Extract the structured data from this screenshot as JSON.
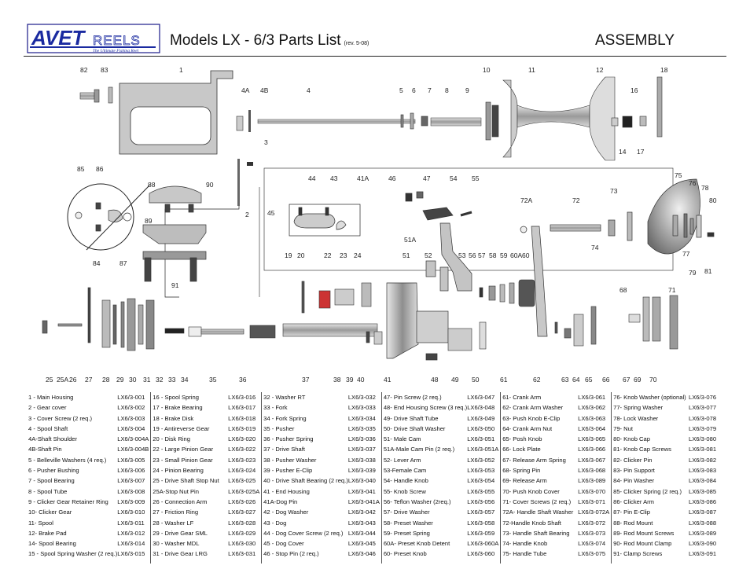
{
  "header": {
    "logo_text": "AVET",
    "logo_word": "REELS",
    "logo_tagline": "The Ultimate Fishing Reel",
    "title": "Models  LX - 6/3 Parts List",
    "revision": "(rev. 5-08)",
    "section": "ASSEMBLY"
  },
  "callouts": [
    "82",
    "83",
    "1",
    "10",
    "11",
    "12",
    "18",
    "4A",
    "4B",
    "4",
    "5",
    "6",
    "7",
    "8",
    "9",
    "16",
    "14",
    "17",
    "3",
    "85",
    "86",
    "88",
    "90",
    "89",
    "2",
    "84",
    "87",
    "91",
    "44",
    "43",
    "41A",
    "46",
    "47",
    "54",
    "55",
    "45",
    "72A",
    "72",
    "73",
    "75",
    "76",
    "78",
    "80",
    "74",
    "77",
    "79",
    "81",
    "19",
    "20",
    "22",
    "23",
    "24",
    "51A",
    "51",
    "52",
    "53",
    "56",
    "57",
    "58",
    "59",
    "60A",
    "60",
    "68",
    "71",
    "25",
    "25A",
    "26",
    "27",
    "28",
    "29",
    "30",
    "31",
    "32",
    "33",
    "34",
    "35",
    "36",
    "37",
    "38",
    "39",
    "40",
    "41",
    "48",
    "49",
    "50",
    "61",
    "62",
    "63",
    "64",
    "65",
    "66",
    "67",
    "69",
    "70"
  ],
  "parts_columns": [
    [
      {
        "name": "1 - Main Housing",
        "code": "LX6/3-001"
      },
      {
        "name": "2  - Gear cover",
        "code": "LX6/3-002"
      },
      {
        "name": "3  - Cover Screw (2 req.)",
        "code": "LX6/3-003"
      },
      {
        "name": "4  - Spool Shaft",
        "code": "LX6/3-004"
      },
      {
        "name": "4A-Shaft Shoulder",
        "code": "LX6/3-004A"
      },
      {
        "name": "4B-Shaft Pin",
        "code": "LX6/3-004B"
      },
      {
        "name": "5  - Belleville Washers (4 req.)",
        "code": "LX6/3-005"
      },
      {
        "name": "6  - Pusher Bushing",
        "code": "LX6/3-006"
      },
      {
        "name": "7  - Spool Bearing",
        "code": "LX6/3-007"
      },
      {
        "name": "8  - Spool Tube",
        "code": "LX6/3-008"
      },
      {
        "name": "9  - Clicker Gear Retainer Ring",
        "code": "LX6/3-009"
      },
      {
        "name": "10- Clicker Gear",
        "code": "LX6/3-010"
      },
      {
        "name": "11- Spool",
        "code": "LX6/3-011"
      },
      {
        "name": "12- Brake Pad",
        "code": "LX6/3-012"
      },
      {
        "name": "14- Spool Bearing",
        "code": "LX6/3-014"
      },
      {
        "name": "15 - Spool Spring Washer (2 req.)",
        "code": "LX6/3-015"
      }
    ],
    [
      {
        "name": "16 - Spool Spring",
        "code": "LX6/3-016"
      },
      {
        "name": "17 - Brake Bearing",
        "code": "LX6/3-017"
      },
      {
        "name": "18 - Brake Disk",
        "code": "LX6/3-018"
      },
      {
        "name": "19 - Antireverse Gear",
        "code": "LX6/3-019"
      },
      {
        "name": "20 - Disk Ring",
        "code": "LX6/3-020"
      },
      {
        "name": "22 - Large Pinion Gear",
        "code": "LX6/3-022"
      },
      {
        "name": "23 - Small Pinion Gear",
        "code": "LX6/3-023"
      },
      {
        "name": "24 - Pinion Bearing",
        "code": "LX6/3-024"
      },
      {
        "name": "25 - Drive Shaft Stop Nut",
        "code": "LX6/3-025"
      },
      {
        "name": "25A-Stop Nut Pin",
        "code": "LX6/3-025A"
      },
      {
        "name": "26 - Connection Arm",
        "code": "LX6/3-026"
      },
      {
        "name": "27 - Friction Ring",
        "code": "LX6/3-027"
      },
      {
        "name": "28 - Washer LF",
        "code": "LX6/3-028"
      },
      {
        "name": "29 - Drive Gear SML",
        "code": "LX6/3-029"
      },
      {
        "name": "30 - Washer MDL",
        "code": "LX6/3-030"
      },
      {
        "name": "31 - Drive Gear LRG",
        "code": "LX6/3-031"
      }
    ],
    [
      {
        "name": "32 - Washer RT",
        "code": "LX6/3-032"
      },
      {
        "name": "33 - Fork",
        "code": "LX6/3-033"
      },
      {
        "name": "34 - Fork Spring",
        "code": "LX6/3-034"
      },
      {
        "name": "35 - Pusher",
        "code": "LX6/3-035"
      },
      {
        "name": "36 - Pusher Spring",
        "code": "LX6/3-036"
      },
      {
        "name": "37 - Drive Shaft",
        "code": "LX6/3-037"
      },
      {
        "name": "38 - Pusher Washer",
        "code": "LX6/3-038"
      },
      {
        "name": "39 - Pusher E-Clip",
        "code": "LX6/3-039"
      },
      {
        "name": "40 - Drive Shaft Bearing (2 req.)",
        "code": "LX6/3-040"
      },
      {
        "name": "41 - End Housing",
        "code": "LX6/3-041"
      },
      {
        "name": "41A-Dog Pin",
        "code": "LX6/3-041A"
      },
      {
        "name": "42 - Dog Washer",
        "code": "LX6/3-042"
      },
      {
        "name": "43 - Dog",
        "code": "LX6/3-043"
      },
      {
        "name": "44 - Dog Cover Screw (2 req.)",
        "code": "LX6/3-044"
      },
      {
        "name": "45 - Dog Cover",
        "code": "LX6/3-045"
      },
      {
        "name": "46 - Stop Pin (2 req.)",
        "code": "LX6/3-046"
      }
    ],
    [
      {
        "name": "47- Pin Screw (2 req.)",
        "code": "LX6/3-047"
      },
      {
        "name": "48- End Housing Screw (3 req.)",
        "code": "LX6/3-048"
      },
      {
        "name": "49- Drive Shaft Tube",
        "code": "LX6/3-049"
      },
      {
        "name": "50- Drive Shaft Washer",
        "code": "LX6/3-050"
      },
      {
        "name": "51- Male Cam",
        "code": "LX6/3-051"
      },
      {
        "name": "51A-Male Cam Pin (2 req.)",
        "code": "LX6/3-051A"
      },
      {
        "name": "52- Lever Arm",
        "code": "LX6/3-052"
      },
      {
        "name": "53-Female Cam",
        "code": "LX6/3-053"
      },
      {
        "name": "54- Handle Knob",
        "code": "LX6/3-054"
      },
      {
        "name": "55- Knob Screw",
        "code": "LX6/3-055"
      },
      {
        "name": "56- Teflon Washer (2req.)",
        "code": "LX6/3-056"
      },
      {
        "name": "57- Drive Washer",
        "code": "LX6/3-057"
      },
      {
        "name": "58- Preset Washer",
        "code": "LX6/3-058"
      },
      {
        "name": "59- Preset Spring",
        "code": "LX6/3-059"
      },
      {
        "name": "60A- Preset Knob Detent",
        "code": "LX6/3-060A"
      },
      {
        "name": "60- Preset Knob",
        "code": "LX6/3-060"
      }
    ],
    [
      {
        "name": "61- Crank Arm",
        "code": "LX6/3-061"
      },
      {
        "name": "62- Crank Arm Washer",
        "code": "LX6/3-062"
      },
      {
        "name": "63- Push Knob E-Clip",
        "code": "LX6/3-063"
      },
      {
        "name": "64- Crank Arm Nut",
        "code": "LX6/3-064"
      },
      {
        "name": "65- Posh Knob",
        "code": "LX6/3-065"
      },
      {
        "name": "66- Lock Plate",
        "code": "LX6/3-066"
      },
      {
        "name": "67- Release Arm Spring",
        "code": "LX6/3-067"
      },
      {
        "name": "68- Spring Pin",
        "code": "LX6/3-068"
      },
      {
        "name": "69- Release Arm",
        "code": "LX6/3-089"
      },
      {
        "name": "70- Push Knob Cover",
        "code": "LX6/3-070"
      },
      {
        "name": "71- Cover Screws (2 req.)",
        "code": "LX6/3-071"
      },
      {
        "name": "72A- Handle Shaft Washer",
        "code": "LX6/3-072A"
      },
      {
        "name": "72-Handle Knob Shaft",
        "code": "LX6/3-072"
      },
      {
        "name": "73- Handle Shaft Bearing",
        "code": "LX6/3-073"
      },
      {
        "name": "74- Handle Knob",
        "code": "LX6/3-074"
      },
      {
        "name": "75- Handle Tube",
        "code": "LX6/3-075"
      }
    ],
    [
      {
        "name": "76- Knob Washer (optional)",
        "code": "LX6/3-076"
      },
      {
        "name": "77- Spring Washer",
        "code": "LX6/3-077"
      },
      {
        "name": "78- Lock Washer",
        "code": "LX6/3-078"
      },
      {
        "name": "79- Nut",
        "code": "LX6/3-079"
      },
      {
        "name": "80- Knob Cap",
        "code": "LX6/3-080"
      },
      {
        "name": "81- Knob Cap Screws",
        "code": "LX6/3-081"
      },
      {
        "name": "82- Clicker Pin",
        "code": "LX6/3-082"
      },
      {
        "name": "83- Pin Support",
        "code": "LX6/3-083"
      },
      {
        "name": "84- Pin Washer",
        "code": "LX6/3-084"
      },
      {
        "name": "85- Clicker Spring (2 req.)",
        "code": "LX6/3-085"
      },
      {
        "name": "86- Clicker Arm",
        "code": "LX6/3-086"
      },
      {
        "name": "87- Pin E-Clip",
        "code": "LX6/3-087"
      },
      {
        "name": "88- Rod Mount",
        "code": "LX6/3-088"
      },
      {
        "name": "89- Rod Mount Screws",
        "code": "LX6/3-089"
      },
      {
        "name": "90- Rod Mount Clamp",
        "code": "LX6/3-090"
      },
      {
        "name": "91- Clamp Screws",
        "code": "LX6/3-091"
      }
    ]
  ]
}
